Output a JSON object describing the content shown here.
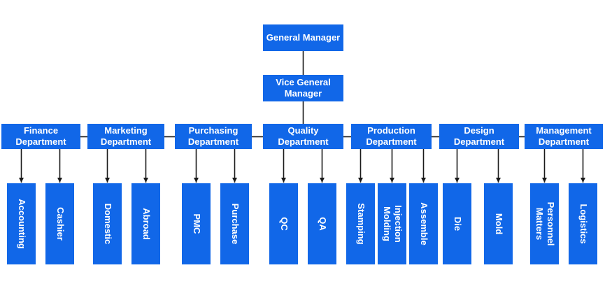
{
  "colors": {
    "box": "#1167e8",
    "text": "#ffffff",
    "line": "#1a1a1a"
  },
  "org": {
    "general_manager": "General Manager",
    "vice_general_manager": "Vice General Manager",
    "departments": [
      {
        "label": "Finance Department",
        "children": [
          "Accounting",
          "Cashier"
        ]
      },
      {
        "label": "Marketing Department",
        "children": [
          "Domestic",
          "Abroad"
        ]
      },
      {
        "label": "Purchasing Department",
        "children": [
          "PMC",
          "Purchase"
        ]
      },
      {
        "label": "Quality Department",
        "children": [
          "QC",
          "QA"
        ]
      },
      {
        "label": "Production Department",
        "children": [
          "Stamping",
          "Injection Molding",
          "Assemble"
        ]
      },
      {
        "label": "Design Department",
        "children": [
          "Die",
          "Mold"
        ]
      },
      {
        "label": "Management Department",
        "children": [
          "Personnel Matters",
          "Logistics"
        ]
      }
    ]
  }
}
